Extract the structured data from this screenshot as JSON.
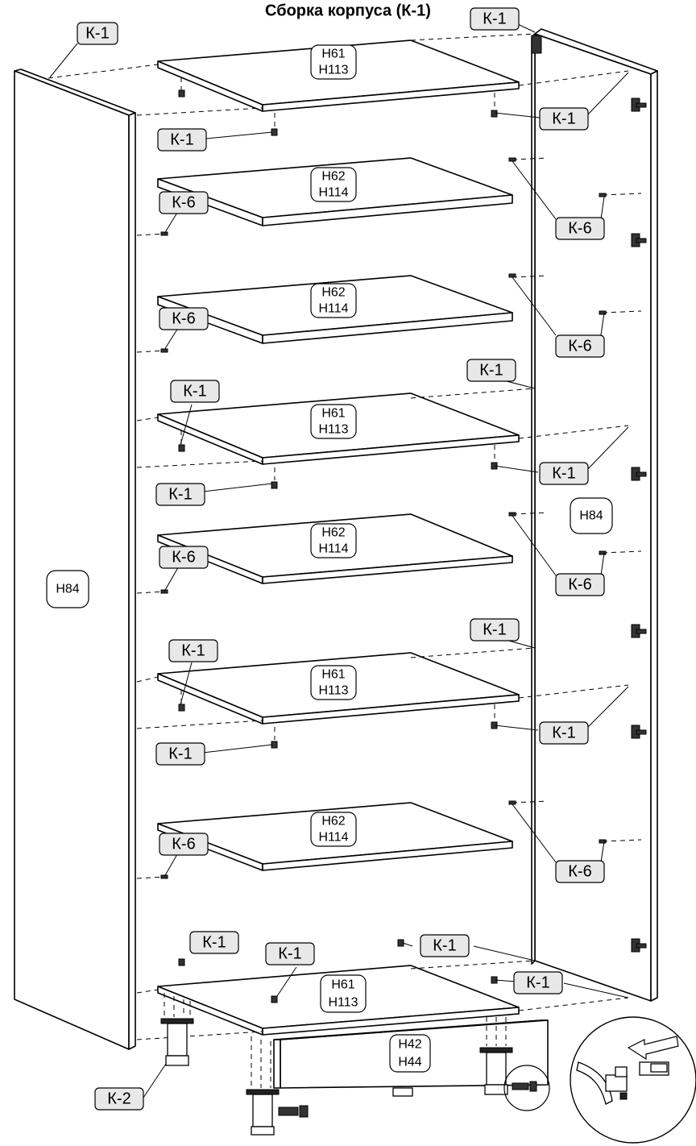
{
  "title": "Сборка корпуса (К-1)",
  "labels": {
    "k1": "К-1",
    "k2": "К-2",
    "k6": "К-6",
    "h61": "Н61",
    "h113": "Н113",
    "h62": "Н62",
    "h114": "Н114",
    "h84": "Н84",
    "h42": "Н42",
    "h44": "Н44"
  },
  "icons": {
    "shelf-pin": "shelf-pin-icon",
    "cam-lock": "cam-lock-icon",
    "adjustable-leg": "adjustable-leg-icon",
    "plinth-clip": "plinth-clip-icon",
    "hinge-plate": "hinge-plate-icon",
    "arrow": "arrow-icon"
  }
}
